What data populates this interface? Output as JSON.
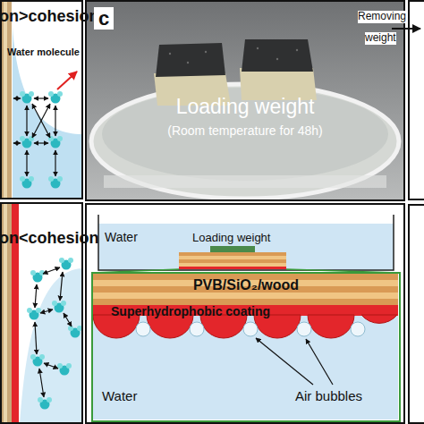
{
  "diagram": {
    "nodes": [
      {
        "text": [
          "on>cohesion",
          "Water molecule"
        ]
      },
      {
        "text": [
          "on<cohesion"
        ]
      },
      {
        "text": [
          "c",
          "Loading weight",
          "(Room temperature for 48h)"
        ]
      },
      {
        "text": [
          "Water",
          "Loading weight"
        ]
      },
      {
        "text": [
          "PVB/SiO₂/wood",
          "Superhydrophobic coating",
          "Water",
          "Air bubbles"
        ],
        "in": 3
      }
    ],
    "labels": [
      "Removing",
      "weight"
    ]
  }
}
